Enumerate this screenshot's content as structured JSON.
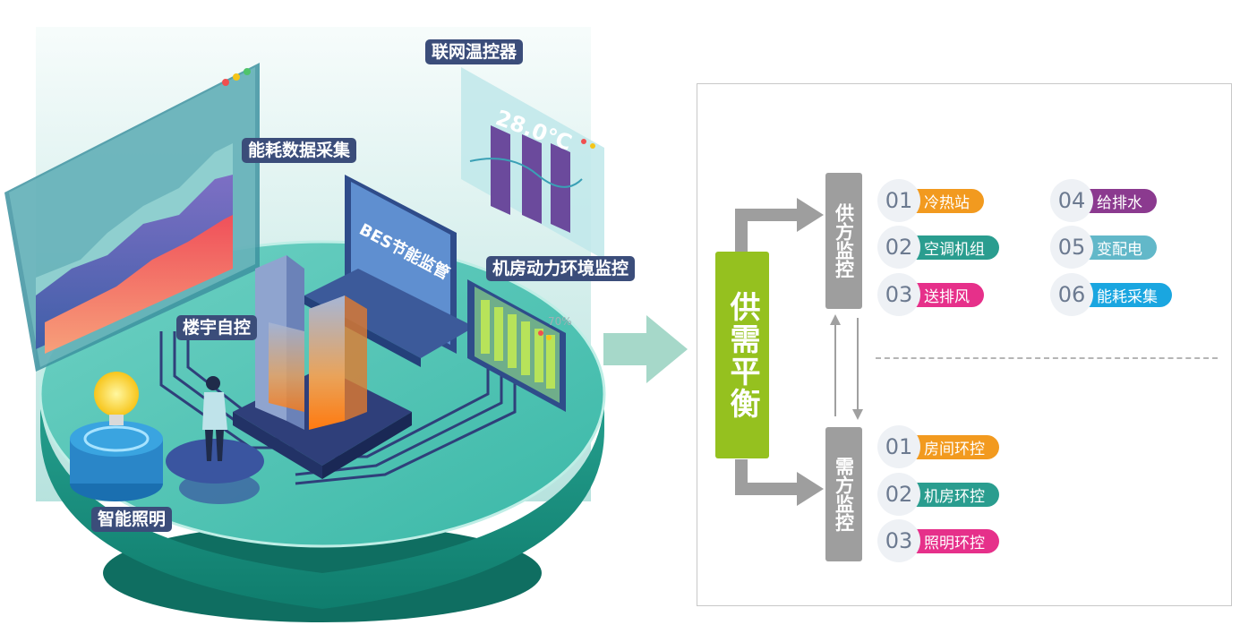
{
  "scene": {
    "labels": {
      "energy": "能耗数据采集",
      "thermostat": "联网温控器",
      "machine_room": "机房动力环境监控",
      "building": "楼宇自控",
      "lighting": "智能照明"
    },
    "laptop_text": "BES节能监管",
    "thermostat_reading": "28.0℃",
    "percent_text": "70%"
  },
  "panel": {
    "center_label": "供需平衡",
    "supply_label": "供方监控",
    "demand_label": "需方监控",
    "supply_items": [
      {
        "num": "01",
        "label": "冷热站"
      },
      {
        "num": "02",
        "label": "空调机组"
      },
      {
        "num": "03",
        "label": "送排风"
      },
      {
        "num": "04",
        "label": "给排水"
      },
      {
        "num": "05",
        "label": "变配电"
      },
      {
        "num": "06",
        "label": "能耗采集"
      }
    ],
    "demand_items": [
      {
        "num": "01",
        "label": "房间环控"
      },
      {
        "num": "02",
        "label": "机房环控"
      },
      {
        "num": "03",
        "label": "照明环控"
      }
    ]
  },
  "colors": {
    "orange": "#f29a1f",
    "teal": "#2a9d8f",
    "magenta": "#e6308a",
    "purple": "#8b3a8f",
    "light_blue": "#62b8c9",
    "sky_blue": "#1aa6e0",
    "green": "#95c11f",
    "gray": "#9e9e9e"
  }
}
